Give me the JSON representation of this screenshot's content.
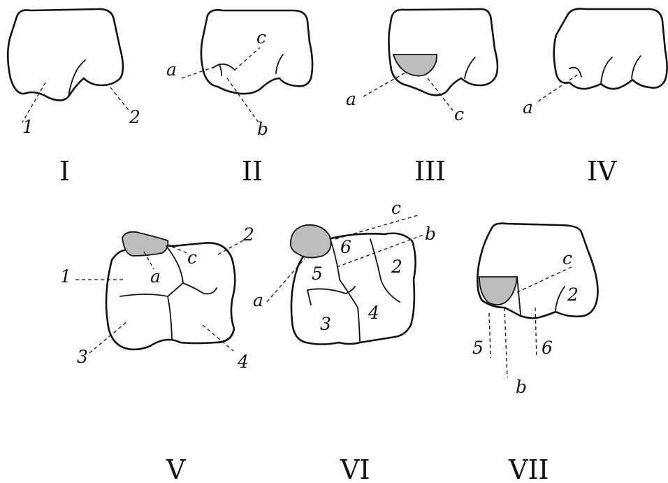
{
  "figures": [
    {
      "id": "I",
      "numeral": "I",
      "labels": [
        "1",
        "2"
      ]
    },
    {
      "id": "II",
      "numeral": "II",
      "labels": [
        "a",
        "c",
        "b"
      ]
    },
    {
      "id": "III",
      "numeral": "III",
      "labels": [
        "a",
        "c"
      ]
    },
    {
      "id": "IV",
      "numeral": "IV",
      "labels": [
        "a"
      ]
    },
    {
      "id": "V",
      "numeral": "V",
      "labels": [
        "1",
        "2",
        "3",
        "4",
        "a",
        "c"
      ]
    },
    {
      "id": "VI",
      "numeral": "VI",
      "labels": [
        "a",
        "b",
        "c",
        "2",
        "3",
        "4",
        "5",
        "6"
      ]
    },
    {
      "id": "VII",
      "numeral": "VII",
      "labels": [
        "c",
        "2",
        "5",
        "6",
        "b"
      ]
    }
  ],
  "colors": {
    "ink": "#111111",
    "shading": "#bdbdbd",
    "background": "#ffffff"
  }
}
